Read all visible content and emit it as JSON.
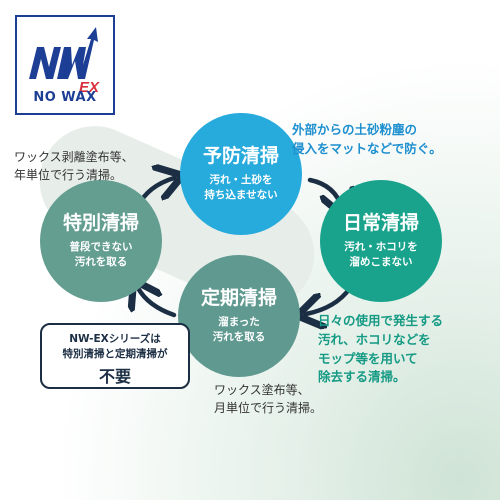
{
  "logo": {
    "mark_text": "NW",
    "mark_suffix": "EX",
    "caption": "NO WAX",
    "colors": {
      "navy": "#1c3f95",
      "red": "#d72f3e"
    }
  },
  "cycle": [
    {
      "id": "yobou",
      "title": "予防清掃",
      "subtitle": "汚れ・土砂を\n持ち込ませない",
      "color": "#27aadc"
    },
    {
      "id": "nichijo",
      "title": "日常清掃",
      "subtitle": "汚れ・ホコリを\n溜めこまない",
      "color": "#1aa38c"
    },
    {
      "id": "teiki",
      "title": "定期清掃",
      "subtitle": "溜まった\n汚れを取る",
      "color": "#5f9990"
    },
    {
      "id": "tokubetsu",
      "title": "特別清掃",
      "subtitle": "普段できない\n汚れを取る",
      "color": "#649e91"
    }
  ],
  "notes": {
    "tokubetsu_note": "ワックス剥離塗布等、\n年単位で行う清掃。",
    "yobou_note": "外部からの土砂粉塵の\n侵入をマットなどで防ぐ。",
    "nichijo_note": "日々の使用で発生する\n汚れ、ホコリなどを\nモップ等を用いて\n除去する清掃。",
    "teiki_note": "ワックス塗布等、\n月単位で行う清掃。"
  },
  "callout": {
    "line1": "NW-EXシリーズは\n特別清掃と定期清掃が",
    "line2": "不要"
  },
  "arrow_color": "#1c2e44"
}
